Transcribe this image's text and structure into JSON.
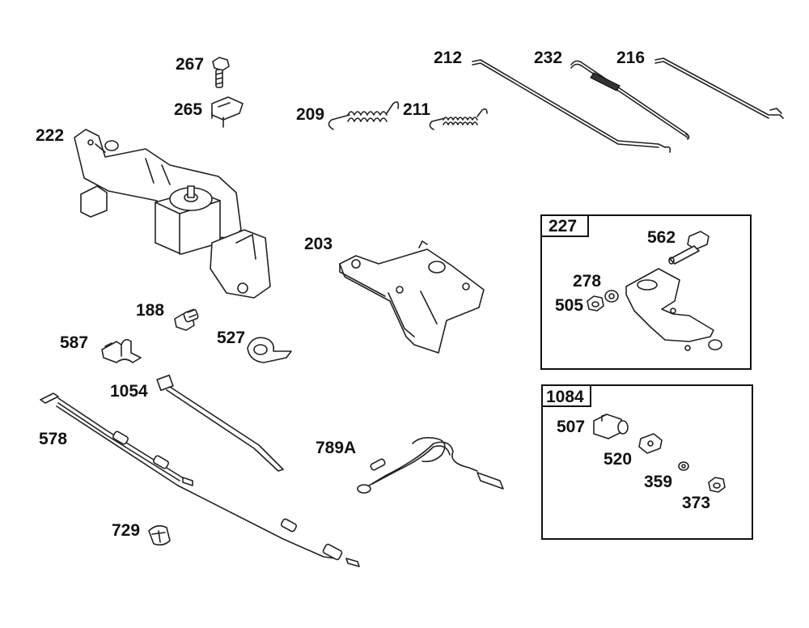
{
  "labels": {
    "p267": "267",
    "p265": "265",
    "p222": "222",
    "p209": "209",
    "p211": "211",
    "p212": "212",
    "p232": "232",
    "p216": "216",
    "p203": "203",
    "p188": "188",
    "p587": "587",
    "p527": "527",
    "p1054": "1054",
    "p578": "578",
    "p789a": "789A",
    "p729": "729"
  },
  "kit_227": {
    "title": "227",
    "p562": "562",
    "p278": "278",
    "p505": "505"
  },
  "kit_1084": {
    "title": "1084",
    "p507": "507",
    "p520": "520",
    "p359": "359",
    "p373": "373"
  }
}
